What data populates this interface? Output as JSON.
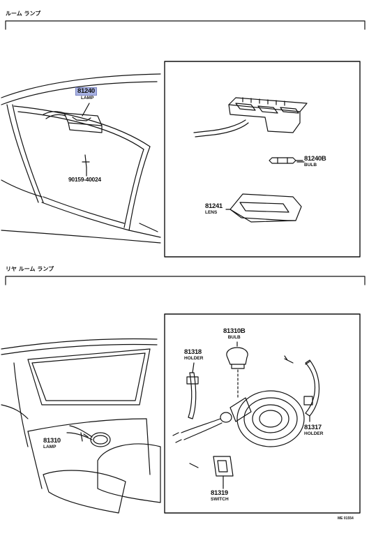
{
  "sections": {
    "top_title": "ルーム ランプ",
    "bottom_title": "リヤ ルーム ランプ"
  },
  "parts": {
    "p81240": {
      "number": "81240",
      "name": "LAMP"
    },
    "p90159": {
      "number": "90159-40024"
    },
    "p81240b": {
      "number": "81240B",
      "name": "BULB"
    },
    "p81241": {
      "number": "81241",
      "name": "LENS"
    },
    "p81310b": {
      "number": "81310B",
      "name": "BULB"
    },
    "p81318": {
      "number": "81318",
      "name": "HOLDER"
    },
    "p81310": {
      "number": "81310",
      "name": "LAMP"
    },
    "p81317": {
      "number": "81317",
      "name": "HOLDER"
    },
    "p81319": {
      "number": "81319",
      "name": "SWITCH"
    }
  },
  "footer_code": "ME 01554",
  "colors": {
    "highlight": "#a9b3e3",
    "ink": "#111111"
  }
}
